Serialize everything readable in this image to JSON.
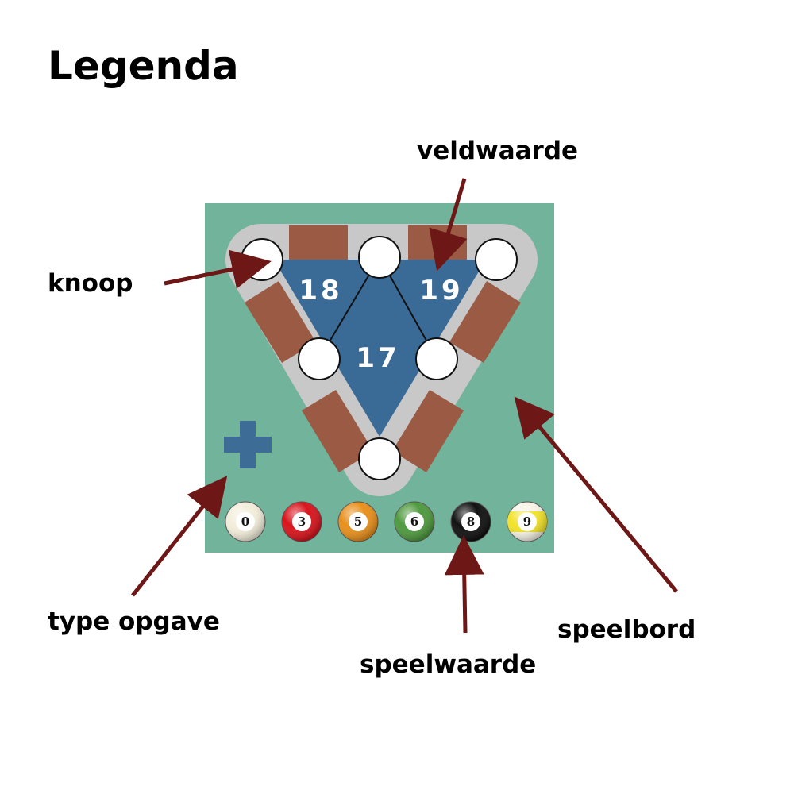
{
  "title": "Legenda",
  "labels": {
    "knoop": "knoop",
    "veldwaarde": "veldwaarde",
    "type_opgave": "type opgave",
    "speelwaarde": "speelwaarde",
    "speelbord": "speelbord"
  },
  "fields": [
    {
      "id": "left",
      "value": "18"
    },
    {
      "id": "right",
      "value": "19"
    },
    {
      "id": "center",
      "value": "17"
    }
  ],
  "operation_symbol": "plus",
  "balls": [
    {
      "value": "0",
      "color": "#f3eedb"
    },
    {
      "value": "3",
      "color": "#d8141c"
    },
    {
      "value": "5",
      "color": "#e8901c"
    },
    {
      "value": "6",
      "color": "#4f9a3e"
    },
    {
      "value": "8",
      "color": "#111111"
    },
    {
      "value": "9",
      "color": "#f2e22a",
      "striped": true
    }
  ],
  "colors": {
    "board": "#72b39b",
    "frame": "#c8c8c8",
    "rail": "#9b5a44",
    "field": "#3a6a96",
    "arrow": "#6e1717",
    "plus": "#3d6d96"
  }
}
